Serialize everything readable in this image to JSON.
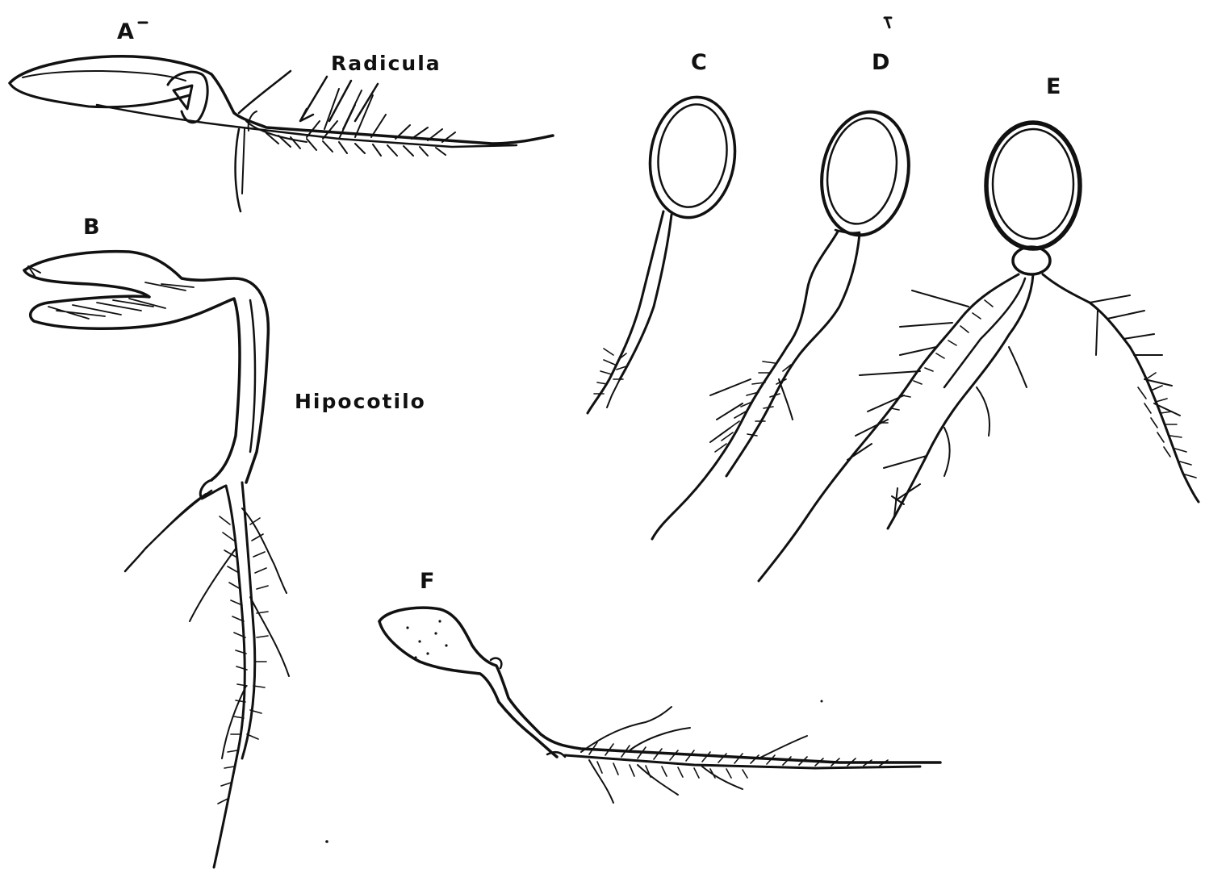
{
  "figure": {
    "panels": [
      {
        "id": "A",
        "label": "A"
      },
      {
        "id": "B",
        "label": "B"
      },
      {
        "id": "C",
        "label": "C"
      },
      {
        "id": "D",
        "label": "D"
      },
      {
        "id": "E",
        "label": "E"
      },
      {
        "id": "F",
        "label": "F"
      }
    ],
    "annotations": {
      "radicula": "Radicula",
      "hipocotilo": "Hipocotilo"
    },
    "colors": {
      "ink": "#111111",
      "paper": "#ffffff"
    }
  }
}
